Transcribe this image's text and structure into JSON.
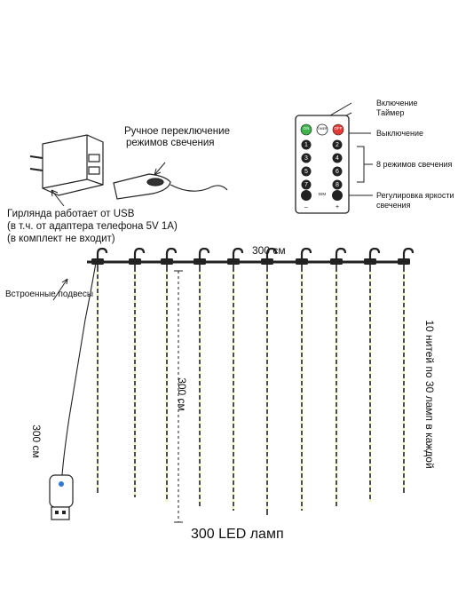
{
  "labels": {
    "manual_switch": [
      "Ручное переключение",
      "режимов  свечения"
    ],
    "usb_note": [
      "Гирлянда работает от USB",
      "(в т.ч. от адаптера телефона 5V 1A)",
      "(в комплект не входит)"
    ],
    "hooks": "Встроенные подвесы",
    "width": "300 см",
    "height": "300 см",
    "cable": "300 см",
    "strings": "10 нитей по 30 ламп в каждой",
    "total": "300 LED ламп"
  },
  "remote": {
    "callouts": [
      "Включение",
      "Таймер",
      "Выключение",
      "8 режимов свечения",
      "Регулировка яркости",
      "свечения"
    ],
    "buttons": [
      "ON",
      "TIMER",
      "OFF",
      "1",
      "2",
      "3",
      "4",
      "5",
      "6",
      "7",
      "8",
      "DIM",
      "–",
      "+"
    ]
  },
  "colors": {
    "on": "#3db34a",
    "off": "#e53935",
    "led": "#f3f3c2",
    "wire": "#222222"
  }
}
